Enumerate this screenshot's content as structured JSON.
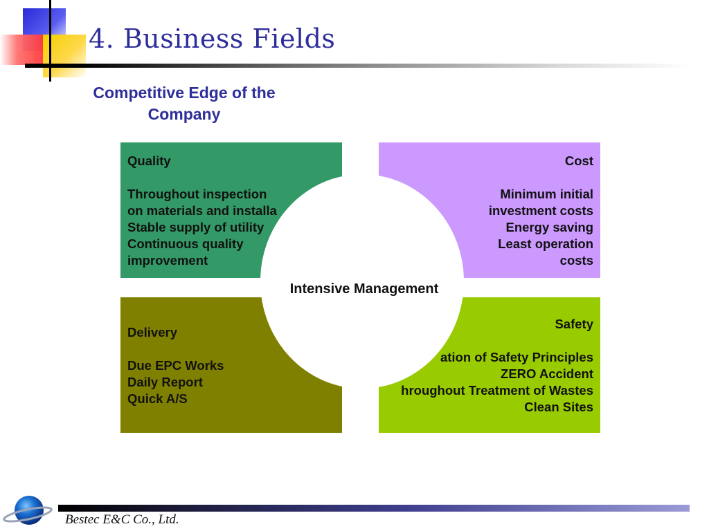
{
  "title": "4. Business Fields",
  "subtitle": "Competitive Edge of the Company",
  "center": "Intensive Management",
  "quadrants": {
    "quality": {
      "heading": "Quality",
      "lines": [
        "Throughout inspection",
        "on materials and installa",
        "Stable supply of utility",
        "Continuous quality",
        "improvement"
      ],
      "color": "#339966"
    },
    "cost": {
      "heading": "Cost",
      "lines": [
        "Minimum initial",
        "investment costs",
        "Energy saving",
        "Least operation",
        "costs"
      ],
      "color": "#cc99ff"
    },
    "delivery": {
      "heading": "Delivery",
      "lines": [
        "Due EPC Works",
        "Daily Report",
        "Quick A/S"
      ],
      "color": "#808000"
    },
    "safety": {
      "heading": "Safety",
      "lines": [
        "ation of Safety Principles",
        "ZERO Accident",
        "hroughout Treatment of Wastes",
        "Clean Sites"
      ],
      "color": "#99cc00"
    }
  },
  "footer": {
    "company": "Bestec E&C Co., Ltd."
  },
  "colors": {
    "title": "#2e2e9a",
    "accent_blue": "#2a2ad8",
    "accent_yellow": "#f4d000",
    "accent_red": "#ff3a3a"
  }
}
